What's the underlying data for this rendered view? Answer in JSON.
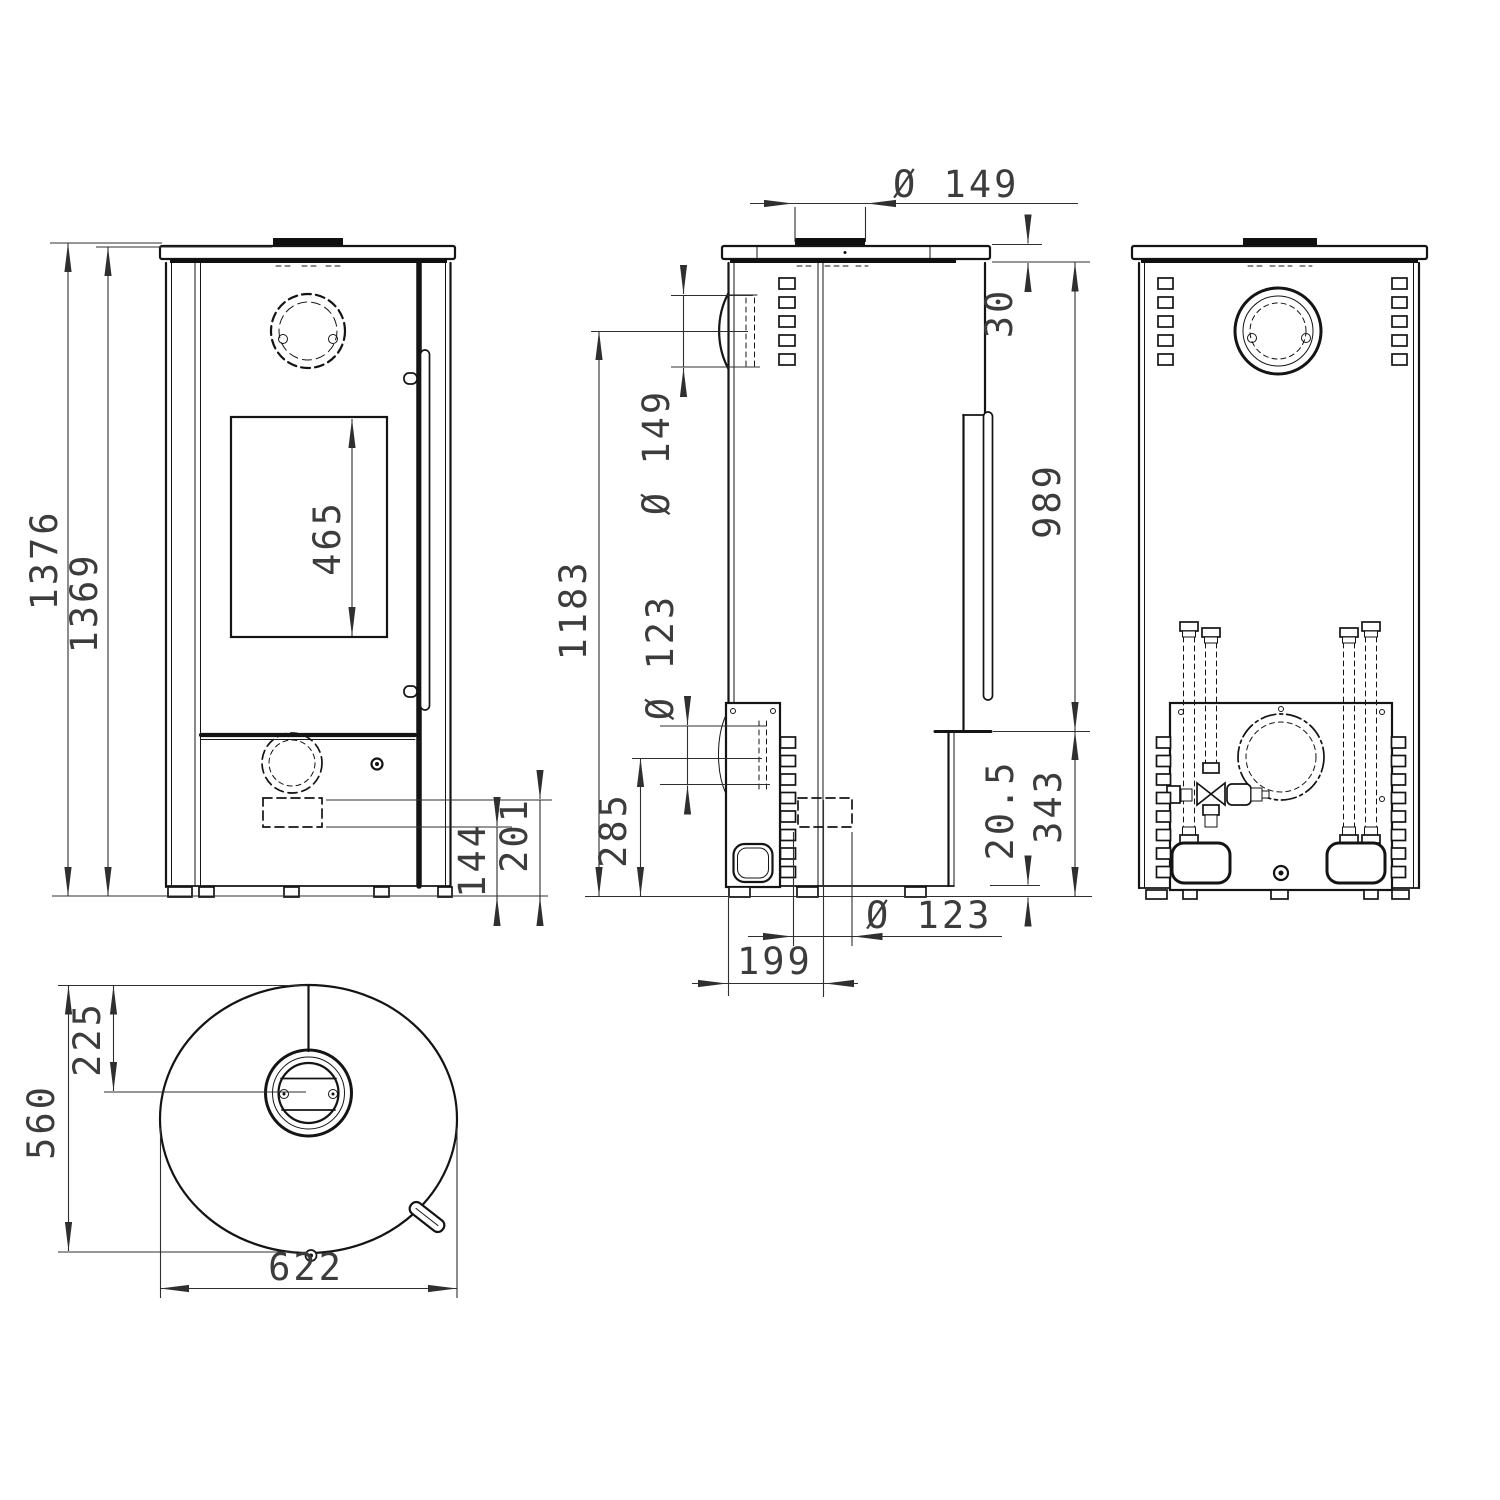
{
  "dims": {
    "front": {
      "overall_height": "1376",
      "top_plate_height": "1369",
      "glass_height": "465",
      "lower_outlet_bottom": "144",
      "lower_outlet_center": "201"
    },
    "side": {
      "top_flue_diameter": "Ø 149",
      "top_plate_thickness": "30",
      "upper_body_height": "989",
      "lower_body_height": "343",
      "floor_clearance": "20.5",
      "rear_flue_diameter": "Ø 149",
      "rear_flue_center_height": "1183",
      "lower_rear_flue_diameter": "Ø 123",
      "lower_rear_flue_center_height": "285",
      "bottom_flue_diameter": "Ø 123",
      "bottom_flue_center_setback": "199"
    },
    "top": {
      "depth": "560",
      "flue_center_from_back": "225",
      "width": "622"
    }
  }
}
